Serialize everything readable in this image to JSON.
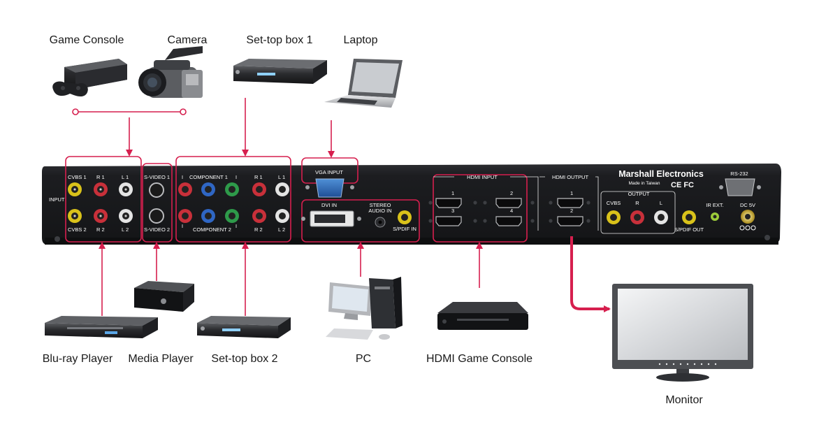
{
  "colors": {
    "accent": "#d61f4e",
    "panel": "#1b1c1f"
  },
  "devices": {
    "game_console": "Game Console",
    "camera": "Camera",
    "settop1": "Set-top box 1",
    "laptop": "Laptop",
    "bluray": "Blu-ray Player",
    "media_player": "Media Player",
    "settop2": "Set-top box 2",
    "pc": "PC",
    "hdmi_console": "HDMI  Game Console",
    "monitor": "Monitor"
  },
  "panel": {
    "brand": "Marshall Electronics",
    "made_in": "Made in Taiwan",
    "marks": "CE FC",
    "input_label": "INPUT",
    "cvbs1": "CVBS 1",
    "r1": "R 1",
    "l1": "L 1",
    "svideo1": "S-VIDEO 1",
    "cvbs2": "CVBS 2",
    "r2": "R 2",
    "l2": "L 2",
    "svideo2": "S-VIDEO 2",
    "component1": "COMPONENT 1",
    "component2": "COMPONENT 2",
    "vga_input": "VGA INPUT",
    "dvi_in": "DVI IN",
    "stereo_audio_1": "STEREO",
    "stereo_audio_2": "AUDIO IN",
    "spdif_in": "S/PDIF IN",
    "hdmi_input": "HDMI INPUT",
    "hdmi_output": "HDMI OUTPUT",
    "hdmi_in_1": "1",
    "hdmi_in_2": "2",
    "hdmi_in_3": "3",
    "hdmi_in_4": "4",
    "hdmi_out_1": "1",
    "hdmi_out_2": "2",
    "output": "OUTPUT",
    "out_cvbs": "CVBS",
    "out_r": "R",
    "out_l": "L",
    "spdif_out": "S/PDIF OUT",
    "ir_ext": "IR EXT.",
    "dc5v": "DC 5V",
    "rs232": "RS-232"
  }
}
